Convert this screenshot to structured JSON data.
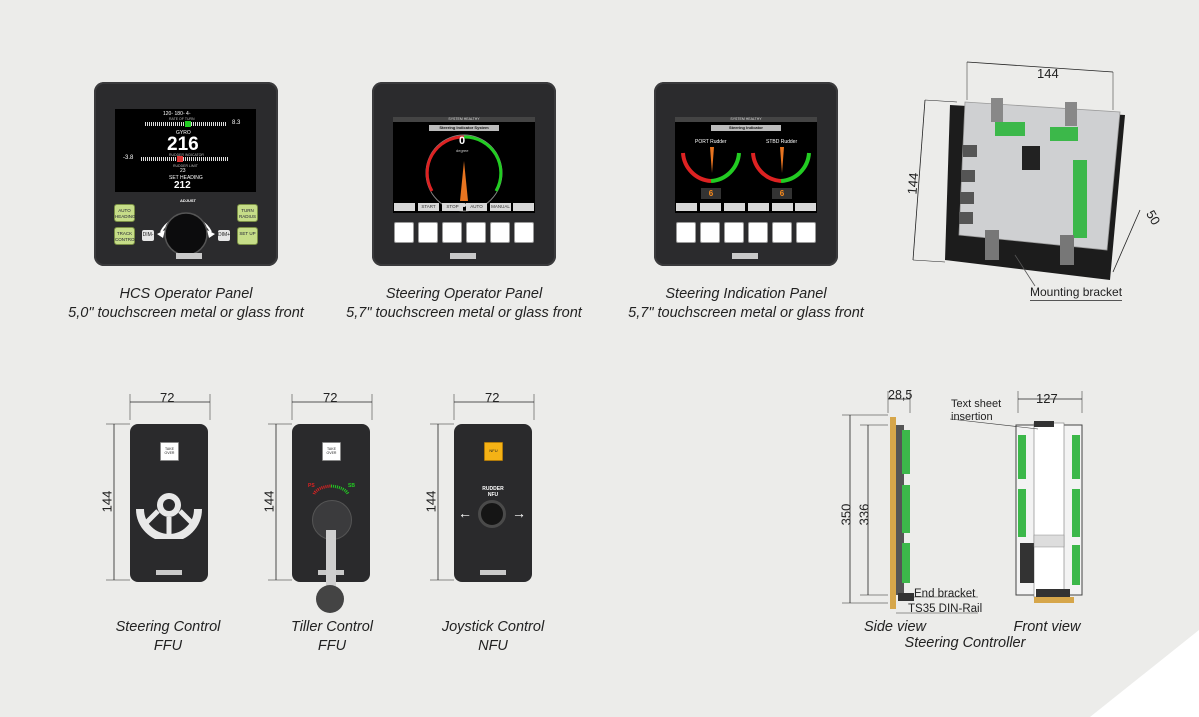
{
  "hcs": {
    "top_readout": "120◦ 180◦ 4◦",
    "top_sublabel": "RATE OF TURN",
    "right_value": "8.3",
    "gyro_label": "GYRO",
    "heading": "216",
    "rudder_label": "RUDDER INDICATOR",
    "left_value": "-3.8",
    "rudder_limit_label": "RUDDER LIMIT",
    "rudder_limit": "23",
    "set_heading_label": "SET HEADING",
    "set_heading": "212",
    "knob_label": "ADJUST",
    "btn_auto": "AUTO HEADING",
    "btn_track": "TRACK CONTROL",
    "btn_turn": "TURN RADIUS",
    "btn_setup": "SET UP",
    "btn_dim_minus": "DIM-",
    "btn_dim_plus": "DIM+"
  },
  "steering_operator": {
    "status": "SYSTEM HEALTHY",
    "title": "Steering Indicator System",
    "degree": "0",
    "degree_unit": "degree",
    "softkeys": [
      "",
      "START",
      "STOP",
      "AUTO",
      "MANUAL",
      ""
    ]
  },
  "steering_indication": {
    "status": "SYSTEM HEALTHY",
    "title": "Steering Indicator",
    "port_label": "PORT Rudder",
    "stbd_label": "STBD Rudder",
    "port_value": "6",
    "stbd_value": "6"
  },
  "bracket_panel": {
    "dim_width": "144",
    "dim_height": "144",
    "dim_depth": "50",
    "mounting_label": "Mounting bracket"
  },
  "captions": {
    "hcs_title": "HCS Operator Panel",
    "hcs_sub": "5,0\" touchscreen metal or glass front",
    "sop_title": "Steering Operator Panel",
    "sop_sub": "5,7\" touchscreen metal or glass front",
    "sip_title": "Steering Indication Panel",
    "sip_sub": "5,7\" touchscreen metal or glass front",
    "sc_title": "Steering Control",
    "sc_sub": "FFU",
    "tc_title": "Tiller Control",
    "tc_sub": "FFU",
    "jc_title": "Joystick Control",
    "jc_sub": "NFU",
    "side_view": "Side view",
    "front_view": "Front view",
    "controller": "Steering Controller"
  },
  "small_panels": {
    "dim_width": "72",
    "dim_height": "144",
    "take_over": "TAKE OVER",
    "nfu": "NFU",
    "rudder_nfu": "RUDDER NFU",
    "ps": "PS",
    "sb": "SB"
  },
  "controller": {
    "dim_depth": "28,5",
    "dim_h1": "350",
    "dim_h2": "336",
    "dim_width": "127",
    "text_sheet": "Text sheet insertion",
    "end_bracket": "End bracket",
    "din_rail": "TS35 DIN-Rail"
  }
}
